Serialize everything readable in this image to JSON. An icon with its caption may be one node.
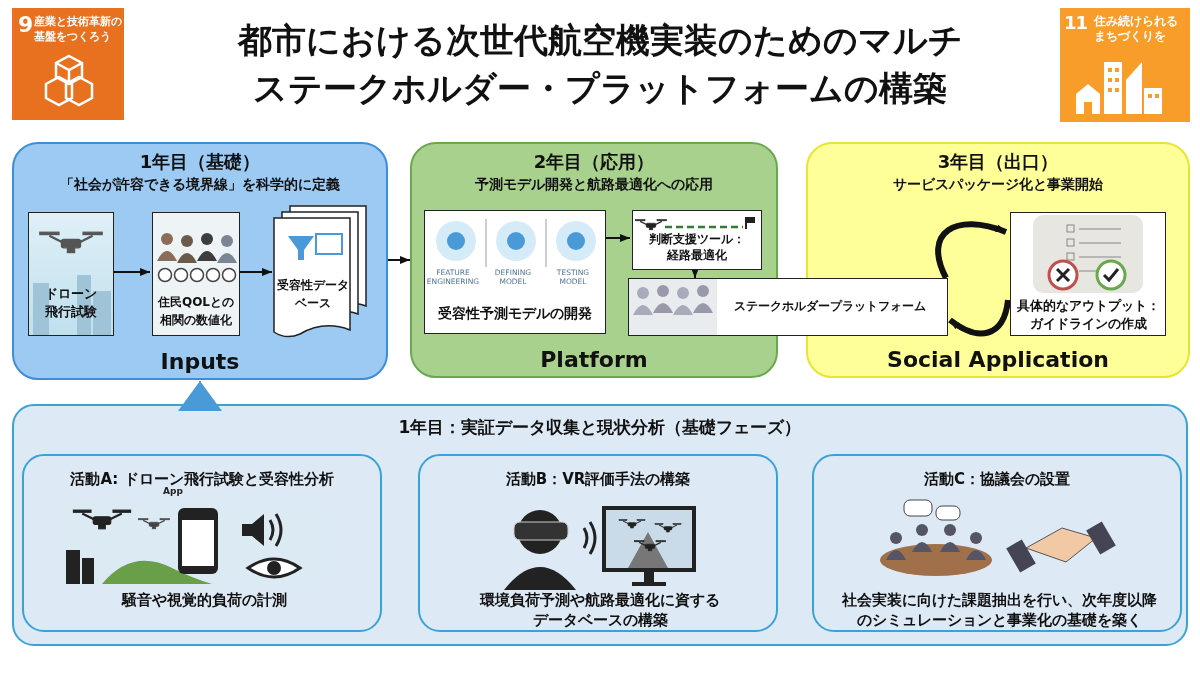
{
  "diagram": {
    "title": "都市における次世代航空機実装のためのマルチステークホルダー・プラットフォームの構築",
    "nodes": [
      {
        "text": [
          "9",
          "産業と技術革新の基盤をつくろう"
        ]
      },
      {
        "text": [
          "11",
          "住み続けられるまちづくりを"
        ]
      },
      {
        "text": [
          "1年目（基礎）",
          "「社会が許容できる境界線」を科学的に定義",
          "Inputs"
        ]
      },
      {
        "text": [
          "ドローン飛行試験"
        ],
        "in": 2
      },
      {
        "text": [
          "住民QOLとの相関の数値化"
        ],
        "in": 2
      },
      {
        "text": [
          "受容性データベース"
        ],
        "in": 2
      },
      {
        "text": [
          "2年目（応用）",
          "予測モデル開発と航路最適化への応用",
          "Platform"
        ]
      },
      {
        "text": [
          "受容性予測モデルの開発"
        ],
        "in": 6
      },
      {
        "text": [
          "判断支援ツール：経路最適化"
        ],
        "in": 6
      },
      {
        "text": [
          "ステークホルダープラットフォーム"
        ]
      },
      {
        "text": [
          "3年目（出口）",
          "サービスパッケージ化と事業開始",
          "Social Application"
        ]
      },
      {
        "text": [
          "具体的なアウトプット：ガイドラインの作成"
        ],
        "in": 10
      },
      {
        "text": [
          "1年目：実証データ収集と現状分析（基礎フェーズ）"
        ]
      },
      {
        "text": [
          "活動A: ドローン飛行試験と受容性分析",
          "騒音や視覚的負荷の計測"
        ],
        "in": 12
      },
      {
        "text": [
          "活動B：VR評価手法の構築",
          "環境負荷予測や航路最適化に資するデータベースの構築"
        ],
        "in": 12
      },
      {
        "text": [
          "活動C：協議会の設置",
          "社会実装に向けた課題抽出を行い、次年度以降のシミュレーションと事業化の基礎を築く"
        ],
        "in": 12
      }
    ],
    "edges": [
      {
        "from": 3,
        "to": 4,
        "arrow": "to"
      },
      {
        "from": 4,
        "to": 5,
        "arrow": "to"
      },
      {
        "from": 2,
        "to": 6,
        "arrow": "to"
      },
      {
        "from": 7,
        "to": 8,
        "arrow": "to"
      },
      {
        "from": 8,
        "to": 9,
        "arrow": "to"
      },
      {
        "from": 9,
        "to": 11,
        "arrow": "to",
        "style": "thick"
      },
      {
        "from": 11,
        "to": 9,
        "arrow": "to",
        "style": "thick"
      },
      {
        "from": 12,
        "to": 2,
        "arrow": "to",
        "color": "#4a9ad8"
      }
    ],
    "labels": [
      "FEATURE ENGINEERING",
      "DEFINING MODEL",
      "TESTING MODEL",
      "App"
    ]
  }
}
